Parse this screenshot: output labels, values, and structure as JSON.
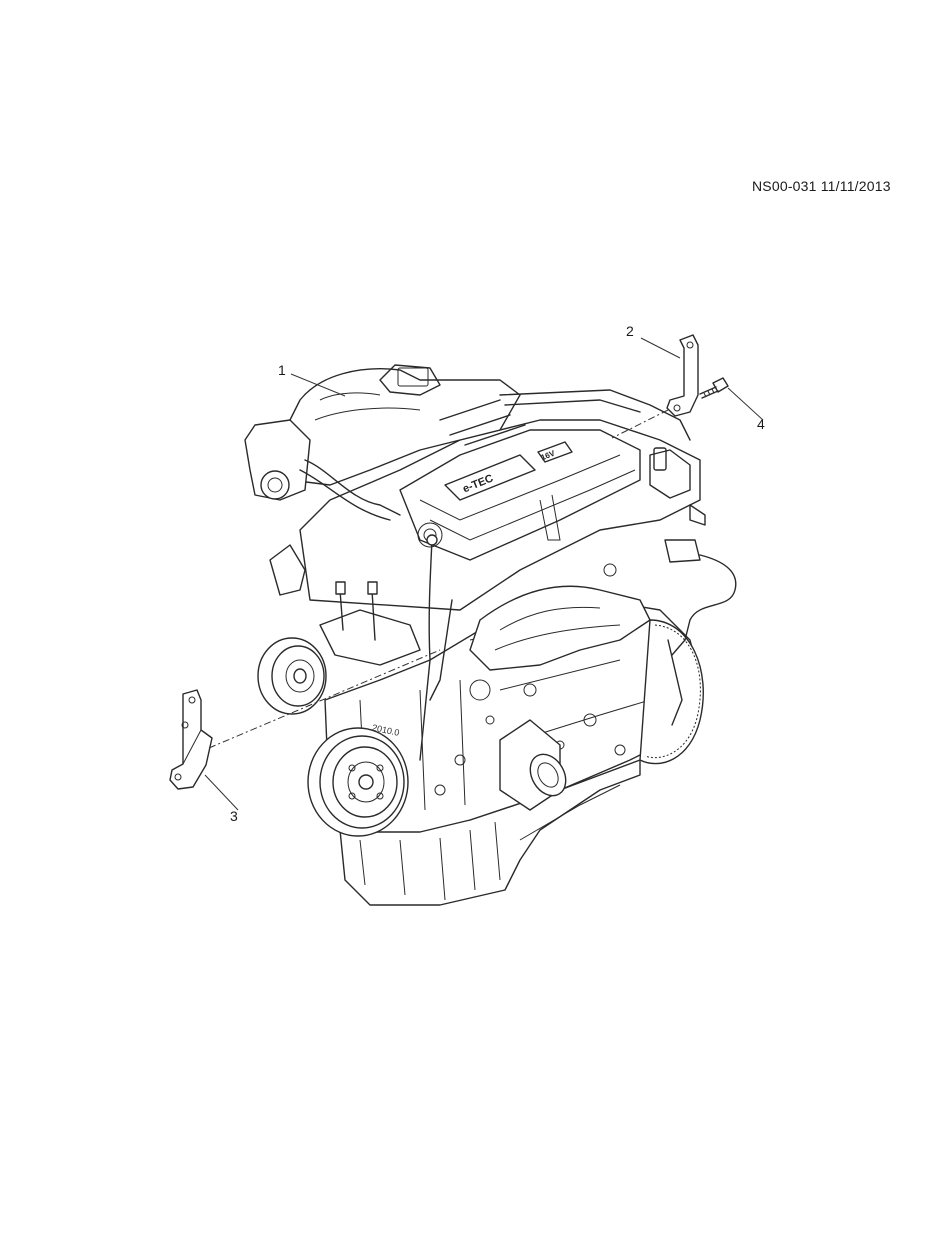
{
  "document": {
    "reference": "NS00-031 11/11/2013"
  },
  "callouts": [
    {
      "id": "1",
      "label": "1",
      "part": "engine-assembly"
    },
    {
      "id": "2",
      "label": "2",
      "part": "bracket-upper"
    },
    {
      "id": "3",
      "label": "3",
      "part": "bracket-lower"
    },
    {
      "id": "4",
      "label": "4",
      "part": "bolt"
    }
  ],
  "engine_markings": {
    "cover_logo": "e-TEC",
    "cover_tag": "16V",
    "block_stamp": "2010.0"
  }
}
